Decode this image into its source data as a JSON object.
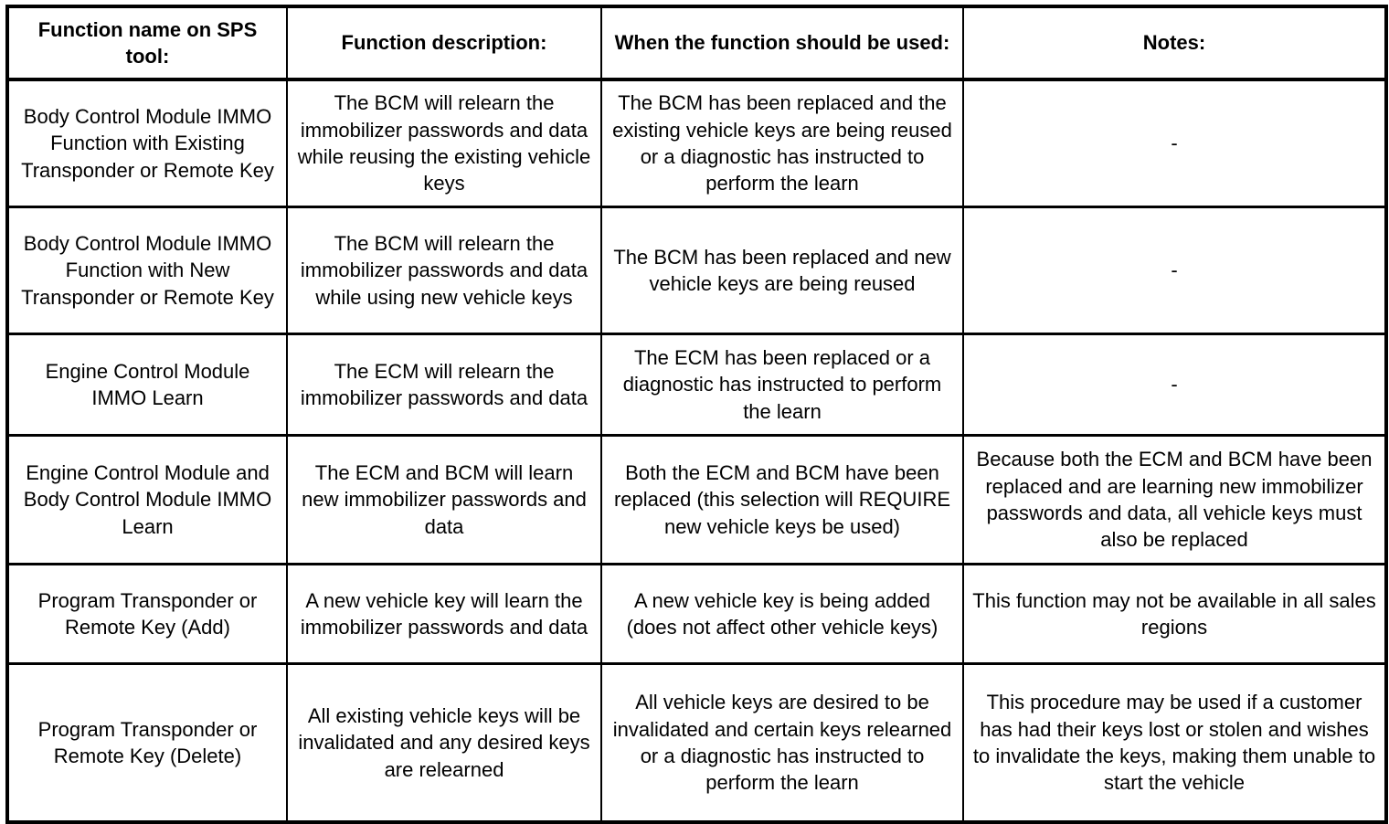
{
  "table": {
    "columns": [
      {
        "key": "function_name",
        "header": "Function name on SPS tool:"
      },
      {
        "key": "function_description",
        "header": "Function description:"
      },
      {
        "key": "when_used",
        "header": "When the function should be used:"
      },
      {
        "key": "notes",
        "header": "Notes:"
      }
    ],
    "rows": [
      {
        "function_name": "Body Control Module IMMO Function with Existing Transponder or Remote Key",
        "function_description": "The BCM will relearn the immobilizer passwords and data while reusing the existing vehicle keys",
        "when_used": "The BCM has been replaced and the existing vehicle keys are being reused or a diagnostic has instructed to perform the learn",
        "notes": "-"
      },
      {
        "function_name": "Body Control Module IMMO Function with New Transponder or Remote Key",
        "function_description": "The BCM will relearn the immobilizer passwords and data while using new vehicle keys",
        "when_used": "The BCM has been replaced and new vehicle keys are being reused",
        "notes": "-"
      },
      {
        "function_name": "Engine Control Module IMMO Learn",
        "function_description": "The ECM will relearn the immobilizer passwords and data",
        "when_used": "The ECM has been replaced or a diagnostic has instructed to perform the learn",
        "notes": "-"
      },
      {
        "function_name": "Engine Control Module and Body Control Module IMMO Learn",
        "function_description": "The ECM and BCM will learn new immobilizer passwords and data",
        "when_used": "Both the ECM and BCM have been replaced (this selection will REQUIRE new vehicle keys be used)",
        "notes": "Because both the ECM and BCM have been replaced and are learning new immobilizer passwords and data, all vehicle keys must also be replaced"
      },
      {
        "function_name": "Program Transponder or Remote Key (Add)",
        "function_description": "A new vehicle key will learn the immobilizer passwords and data",
        "when_used": "A new vehicle key is being added (does not affect other vehicle keys)",
        "notes": "This function may not be available in all sales regions"
      },
      {
        "function_name": "Program Transponder or Remote Key (Delete)",
        "function_description": "All existing vehicle keys will be invalidated and any desired keys are relearned",
        "when_used": "All vehicle keys are desired to be invalidated and certain keys relearned or a diagnostic has instructed to perform the learn",
        "notes": "This procedure may be used if a customer has had their keys lost or stolen and wishes to invalidate the keys, making them unable to start the vehicle"
      }
    ]
  },
  "colors": {
    "border": "#000000",
    "text": "#000000",
    "background": "#ffffff"
  }
}
